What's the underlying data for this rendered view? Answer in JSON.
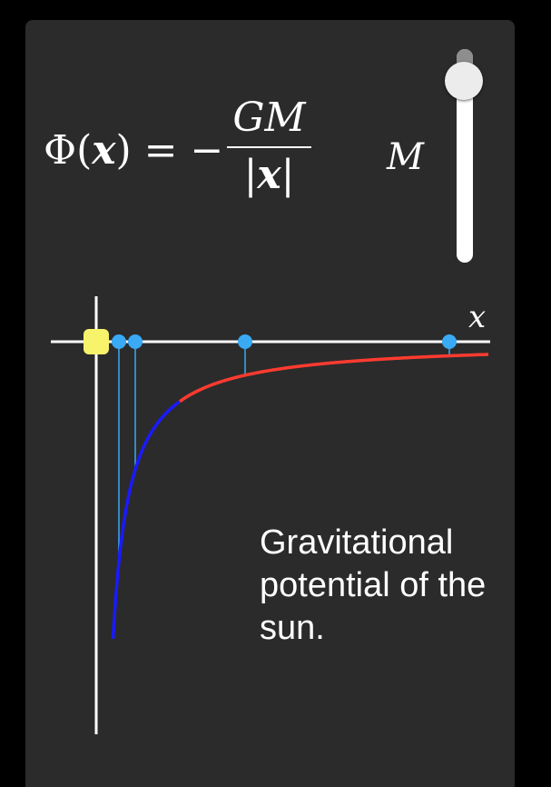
{
  "formula": {
    "lhs_symbol": "Φ",
    "lhs_open": "(",
    "lhs_var": "x",
    "lhs_close": ")",
    "equals": "=",
    "minus": "−",
    "numerator": "GM",
    "denominator_bar_left": "|",
    "denominator_var": "x",
    "denominator_bar_right": "|"
  },
  "slider": {
    "label": "M",
    "value_fraction": 0.88
  },
  "plot": {
    "x_axis_label": "x",
    "curve_colors": {
      "near": "#1a1aff",
      "far": "#ff3b30"
    },
    "axis_color": "#ffffff",
    "marker_color": "#3aaaf5",
    "handle_color": "#f7f36a"
  },
  "caption": "Gravitational potential of the sun."
}
